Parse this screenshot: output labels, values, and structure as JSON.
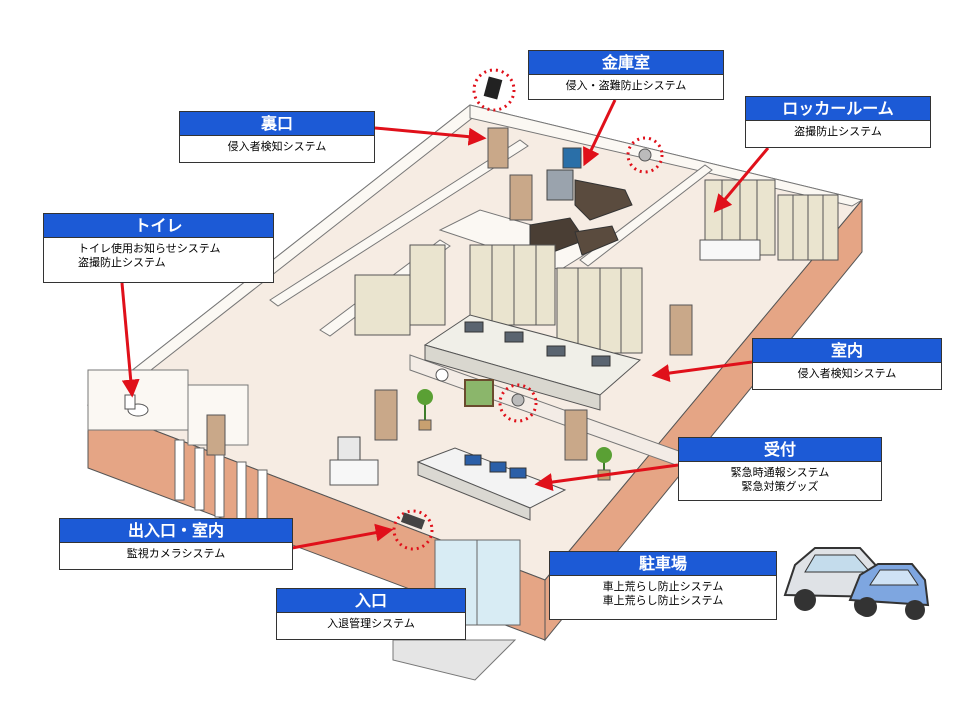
{
  "callouts": {
    "ura": {
      "title": "裏口",
      "lines": [
        "侵入者検知システム"
      ]
    },
    "kinko": {
      "title": "金庫室",
      "lines": [
        "侵入・盗難防止システム"
      ]
    },
    "locker": {
      "title": "ロッカールーム",
      "lines": [
        "盗撮防止システム"
      ]
    },
    "toilet": {
      "title": "トイレ",
      "lines": [
        "トイレ使用お知らせシステム",
        "盗撮防止システム"
      ]
    },
    "shitsunai": {
      "title": "室内",
      "lines": [
        "侵入者検知システム"
      ]
    },
    "uketsuke": {
      "title": "受付",
      "lines": [
        "緊急時通報システム",
        "緊急対策グッズ"
      ]
    },
    "deiri": {
      "title": "出入口・室内",
      "lines": [
        "監視カメラシステム"
      ]
    },
    "iriguchi": {
      "title": "入口",
      "lines": [
        "入退管理システム"
      ]
    },
    "chushajo": {
      "title": "駐車場",
      "lines": [
        "車上荒らし防止システム",
        "車上荒らし防止システム"
      ]
    }
  },
  "colors": {
    "header_blue": "#1c5ad6",
    "arrow_red": "#e0101a",
    "wall_salmon": "#e5a585",
    "floor_beige": "#f6ece3"
  },
  "icons": [
    "security-camera-icon",
    "dome-camera-icon",
    "safe-icon",
    "car-icon",
    "plant-icon"
  ]
}
